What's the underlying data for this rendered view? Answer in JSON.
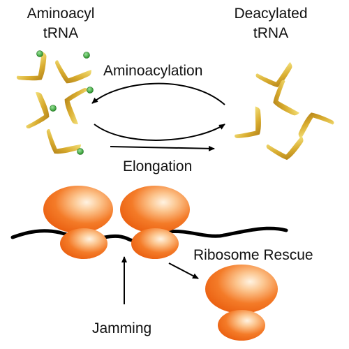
{
  "labels": {
    "aminoacyl_line1": "Aminoacyl",
    "aminoacyl_line2": "tRNA",
    "deacylated_line1": "Deacylated",
    "deacylated_line2": "tRNA",
    "aminoacylation": "Aminoacylation",
    "elongation": "Elongation",
    "ribosome_rescue": "Ribosome Rescue",
    "jamming": "Jamming"
  },
  "colors": {
    "trna_fill": "#d4a52a",
    "trna_highlight": "#f2dc70",
    "amino_acid": "#3aa83a",
    "ribosome_dark": "#f06010",
    "ribosome_light": "#fde6c8",
    "mrna": "#000000",
    "arrow": "#000000"
  }
}
